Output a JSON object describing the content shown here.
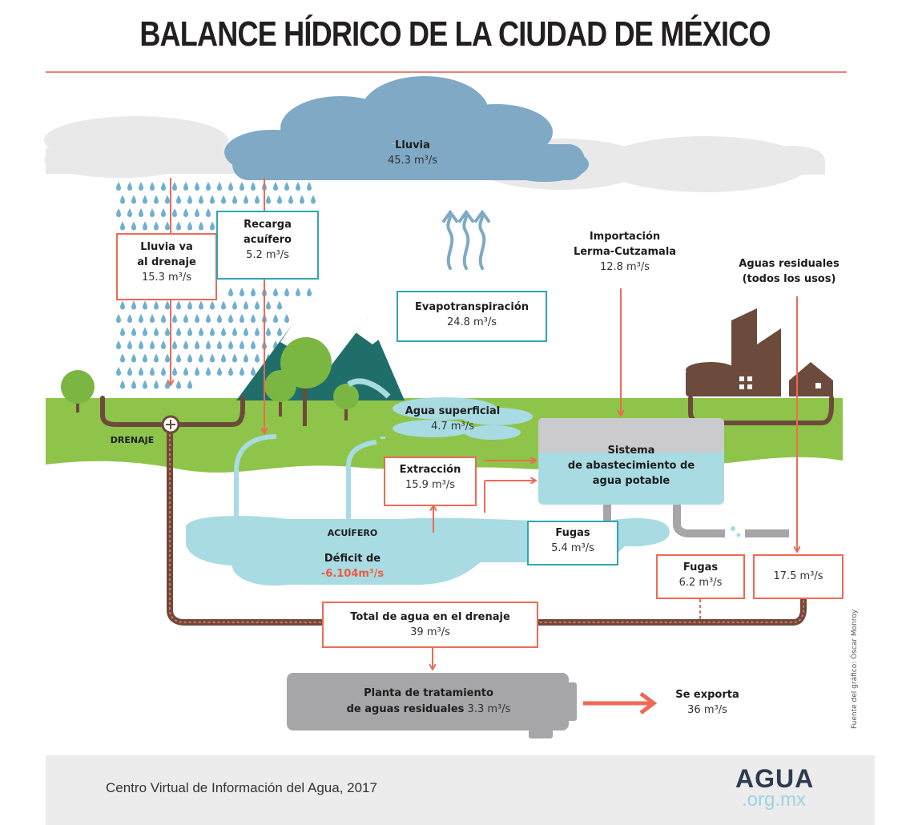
{
  "title": "BALANCE HÍDRICO DE LA CIUDAD DE MÉXICO",
  "lluvia": {
    "label": "Lluvia",
    "value": "45.3 m³/s"
  },
  "lluvia_drenaje": {
    "label_1": "Lluvia va",
    "label_2": "al drenaje",
    "value": "15.3 m³/s"
  },
  "recarga": {
    "label_1": "Recarga",
    "label_2": "acuífero",
    "value": "5.2 m³/s"
  },
  "evapotranspiracion": {
    "label": "Evapotranspiración",
    "value": "24.8 m³/s"
  },
  "importacion": {
    "label_1": "Importación",
    "label_2": "Lerma-Cutzamala",
    "value": "12.8 m³/s"
  },
  "aguas_residuales": {
    "label_1": "Aguas residuales",
    "label_2": "(todos los usos)"
  },
  "drenaje": {
    "label": "DRENAJE"
  },
  "agua_superficial": {
    "label": "Agua superficial",
    "value": "4.7 m³/s"
  },
  "sistema": {
    "label_1": "Sistema",
    "label_2": "de abastecimiento de",
    "label_3": "agua potable"
  },
  "extraccion": {
    "label": "Extracción",
    "value": "15.9 m³/s"
  },
  "acuifero": {
    "label": "ACUÍFERO",
    "deficit_label": "Déficit de",
    "deficit_value": "-6.104m³/s"
  },
  "fugas_1": {
    "label": "Fugas",
    "value": "5.4 m³/s"
  },
  "fugas_2": {
    "label": "Fugas",
    "value": "6.2 m³/s"
  },
  "residuales_box": {
    "value": "17.5 m³/s"
  },
  "total_drenaje": {
    "label": "Total de agua en el drenaje",
    "value": "39 m³/s"
  },
  "planta": {
    "label_1": "Planta de tratamiento",
    "label_2": "de aguas residuales",
    "value": "3.3 m³/s"
  },
  "exporta": {
    "label": "Se exporta",
    "value": "36 m³/s"
  },
  "footer": {
    "credit": "Centro Virtual de Información del Agua, 2017",
    "logo_top": "AGUA",
    "logo_bottom": ".org.mx"
  },
  "source": "Fuente del gráfico: Óscar Monroy",
  "colors": {
    "arrow": "#ee6a55",
    "teal": "#2fa6b4",
    "ground": "#8ec449",
    "water": "#a9dbe3",
    "cloud": "#7fa9c5",
    "drain": "#6d4b3c"
  }
}
